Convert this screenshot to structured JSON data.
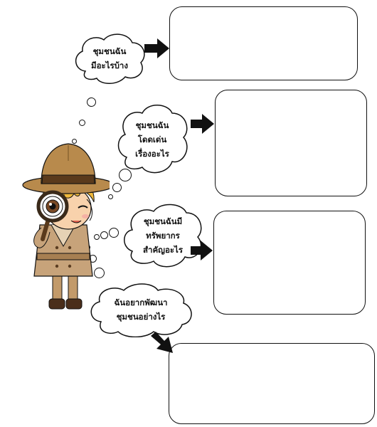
{
  "questions": [
    {
      "text": "ชุมชนฉัน\nมีอะไรบ้าง"
    },
    {
      "text": "ชุมชนฉัน\nโดดเด่น\nเรื่องอะไร"
    },
    {
      "text": "ชุมชนฉันมี\nทรัพยากร\nสำคัญอะไร"
    },
    {
      "text": "ฉันอยากพัฒนา\nชุมชนอย่างไร"
    }
  ],
  "answers": [
    "",
    "",
    "",
    ""
  ],
  "colors": {
    "line": "#111111",
    "hat": "#b88a4c",
    "coat": "#c7a37a",
    "hair": "#f0b93c"
  }
}
